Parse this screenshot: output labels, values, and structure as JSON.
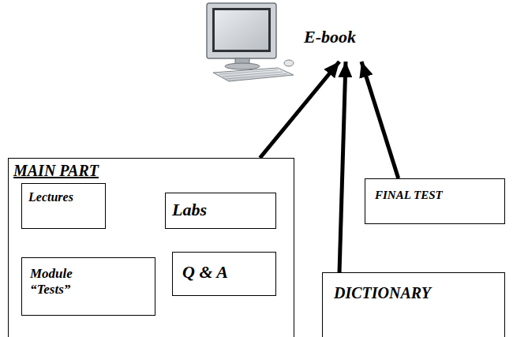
{
  "diagram": {
    "nodes": [
      {
        "text": [
          "E-book"
        ]
      },
      {
        "text": [
          "MAIN PART"
        ]
      },
      {
        "text": [
          "Lectures"
        ],
        "in": 1
      },
      {
        "text": [
          "Labs"
        ],
        "in": 1
      },
      {
        "text": [
          "Module “Tests”"
        ],
        "in": 1
      },
      {
        "text": [
          "Q & A"
        ],
        "in": 1
      },
      {
        "text": [
          "FINAL TEST"
        ]
      },
      {
        "text": [
          "DICTIONARY"
        ]
      }
    ],
    "edges": [
      {
        "from": 1,
        "to": 0,
        "arrow": "to"
      },
      {
        "from": 7,
        "to": 0,
        "arrow": "to"
      },
      {
        "from": 6,
        "to": 0,
        "arrow": "to"
      }
    ]
  }
}
